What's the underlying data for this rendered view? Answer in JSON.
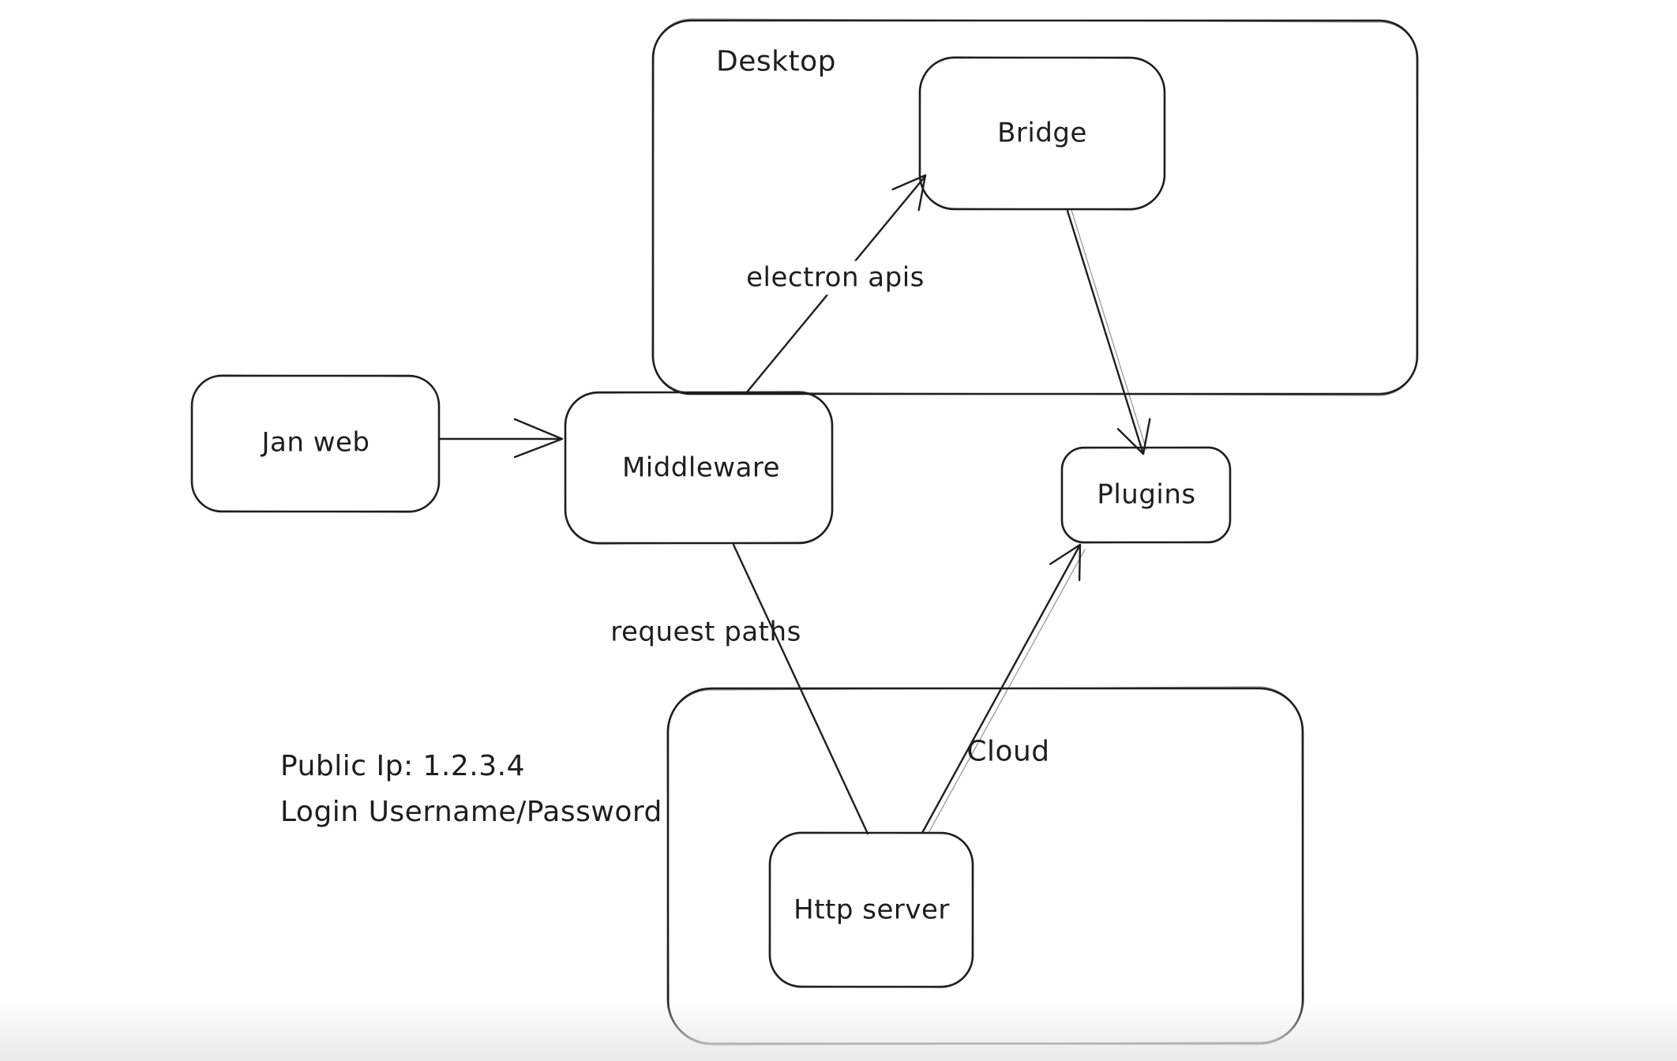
{
  "canvas": {
    "background": "#ffffff",
    "stroke_color": "#1e1e1e",
    "text_color": "#1e1e1e"
  },
  "containers": {
    "desktop": {
      "label": "Desktop"
    },
    "cloud": {
      "label": "Cloud"
    }
  },
  "nodes": {
    "jan_web": {
      "label": "Jan web"
    },
    "middleware": {
      "label": "Middleware"
    },
    "bridge": {
      "label": "Bridge"
    },
    "plugins": {
      "label": "Plugins"
    },
    "http_server": {
      "label": "Http server"
    }
  },
  "edge_labels": {
    "electron_apis": "electron apis",
    "request_paths": "request paths"
  },
  "annotations": {
    "public_ip": "Public Ip: 1.2.3.4",
    "login": "Login Username/Password"
  }
}
